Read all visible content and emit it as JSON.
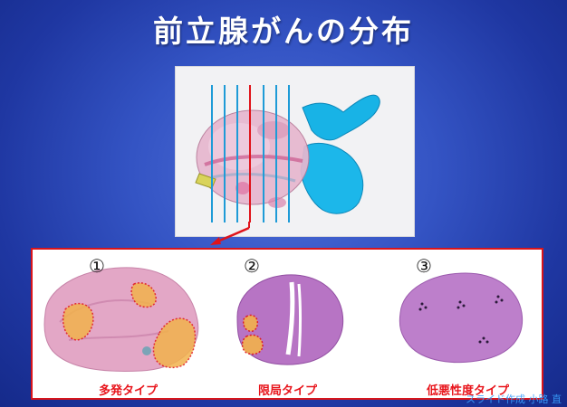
{
  "slide": {
    "title": "前立腺がんの分布"
  },
  "figure": {
    "model_description_icon": "prostate-3d-model",
    "slice_line_colors": {
      "primary": "#1e9bd7",
      "center": "#e0141b"
    },
    "arrow_color": "#e0141b",
    "border_color": "#d9151b"
  },
  "specimens": [
    {
      "number": "①",
      "label": "多発タイプ"
    },
    {
      "number": "②",
      "label": "限局タイプ"
    },
    {
      "number": "③",
      "label": "低悪性度タイプ"
    }
  ],
  "footer": {
    "credit": "スライド作成 小路 直"
  }
}
